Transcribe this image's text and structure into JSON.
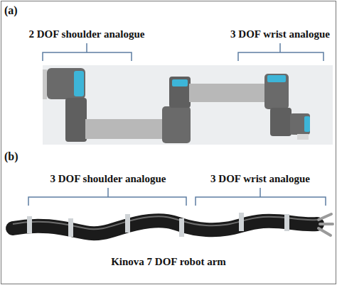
{
  "diagram": {
    "labels": [
      "(a)",
      "2 DOF shoulder analogue",
      "3 DOF wrist analogue",
      "(b)",
      "3 DOF shoulder analogue",
      "3 DOF wrist analogue",
      "Kinova 7 DOF robot arm"
    ]
  }
}
